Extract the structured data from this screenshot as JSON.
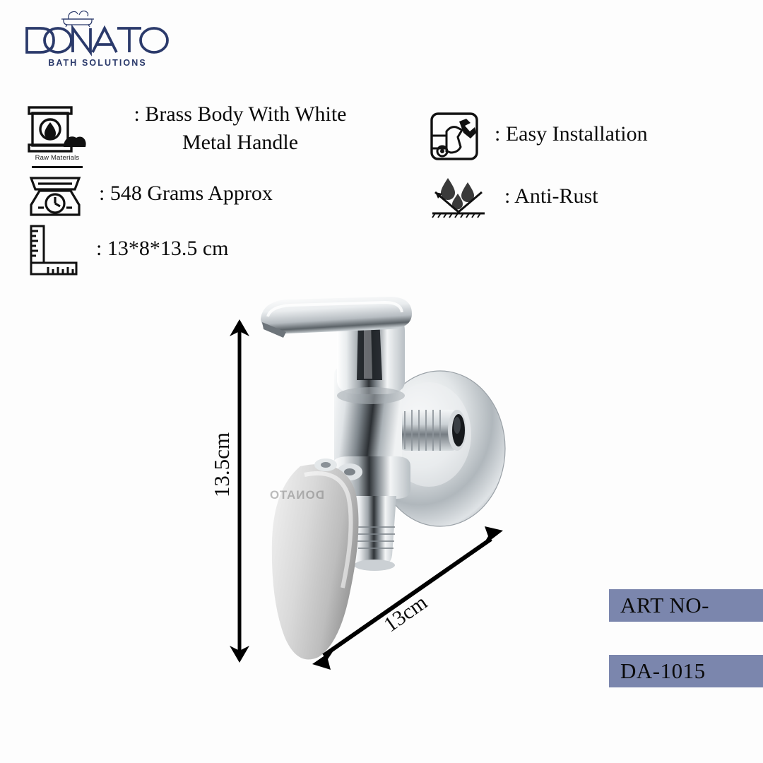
{
  "brand": {
    "name": "DONATO",
    "tagline": "BATH SOLUTIONS",
    "logo_color": "#2b3a6b",
    "tub_icon": "bathtub-icon"
  },
  "specs": [
    {
      "id": "raw-materials",
      "icon": "raw-materials-barrel-icon",
      "icon_caption": "Raw Materials",
      "value": ": Brass Body With White\nMetal  Handle"
    },
    {
      "id": "weight",
      "icon": "weighing-scale-icon",
      "value": ": 548 Grams Approx"
    },
    {
      "id": "dimensions",
      "icon": "ruler-icon",
      "value": ": 13*8*13.5 cm"
    },
    {
      "id": "easy-installation",
      "icon": "hand-wrench-icon",
      "value": ": Easy Installation"
    },
    {
      "id": "anti-rust",
      "icon": "water-repellent-icon",
      "value": ": Anti-Rust"
    }
  ],
  "product": {
    "name": "angle-valve-chrome",
    "handle_engraving": "DONATO",
    "finish_color": "#cfd2d4"
  },
  "dimension_labels": {
    "height": "13.5cm",
    "depth": "13cm"
  },
  "art_badge": {
    "label": "ART NO-",
    "value": "DA-1015",
    "background": "#7b86ad"
  }
}
